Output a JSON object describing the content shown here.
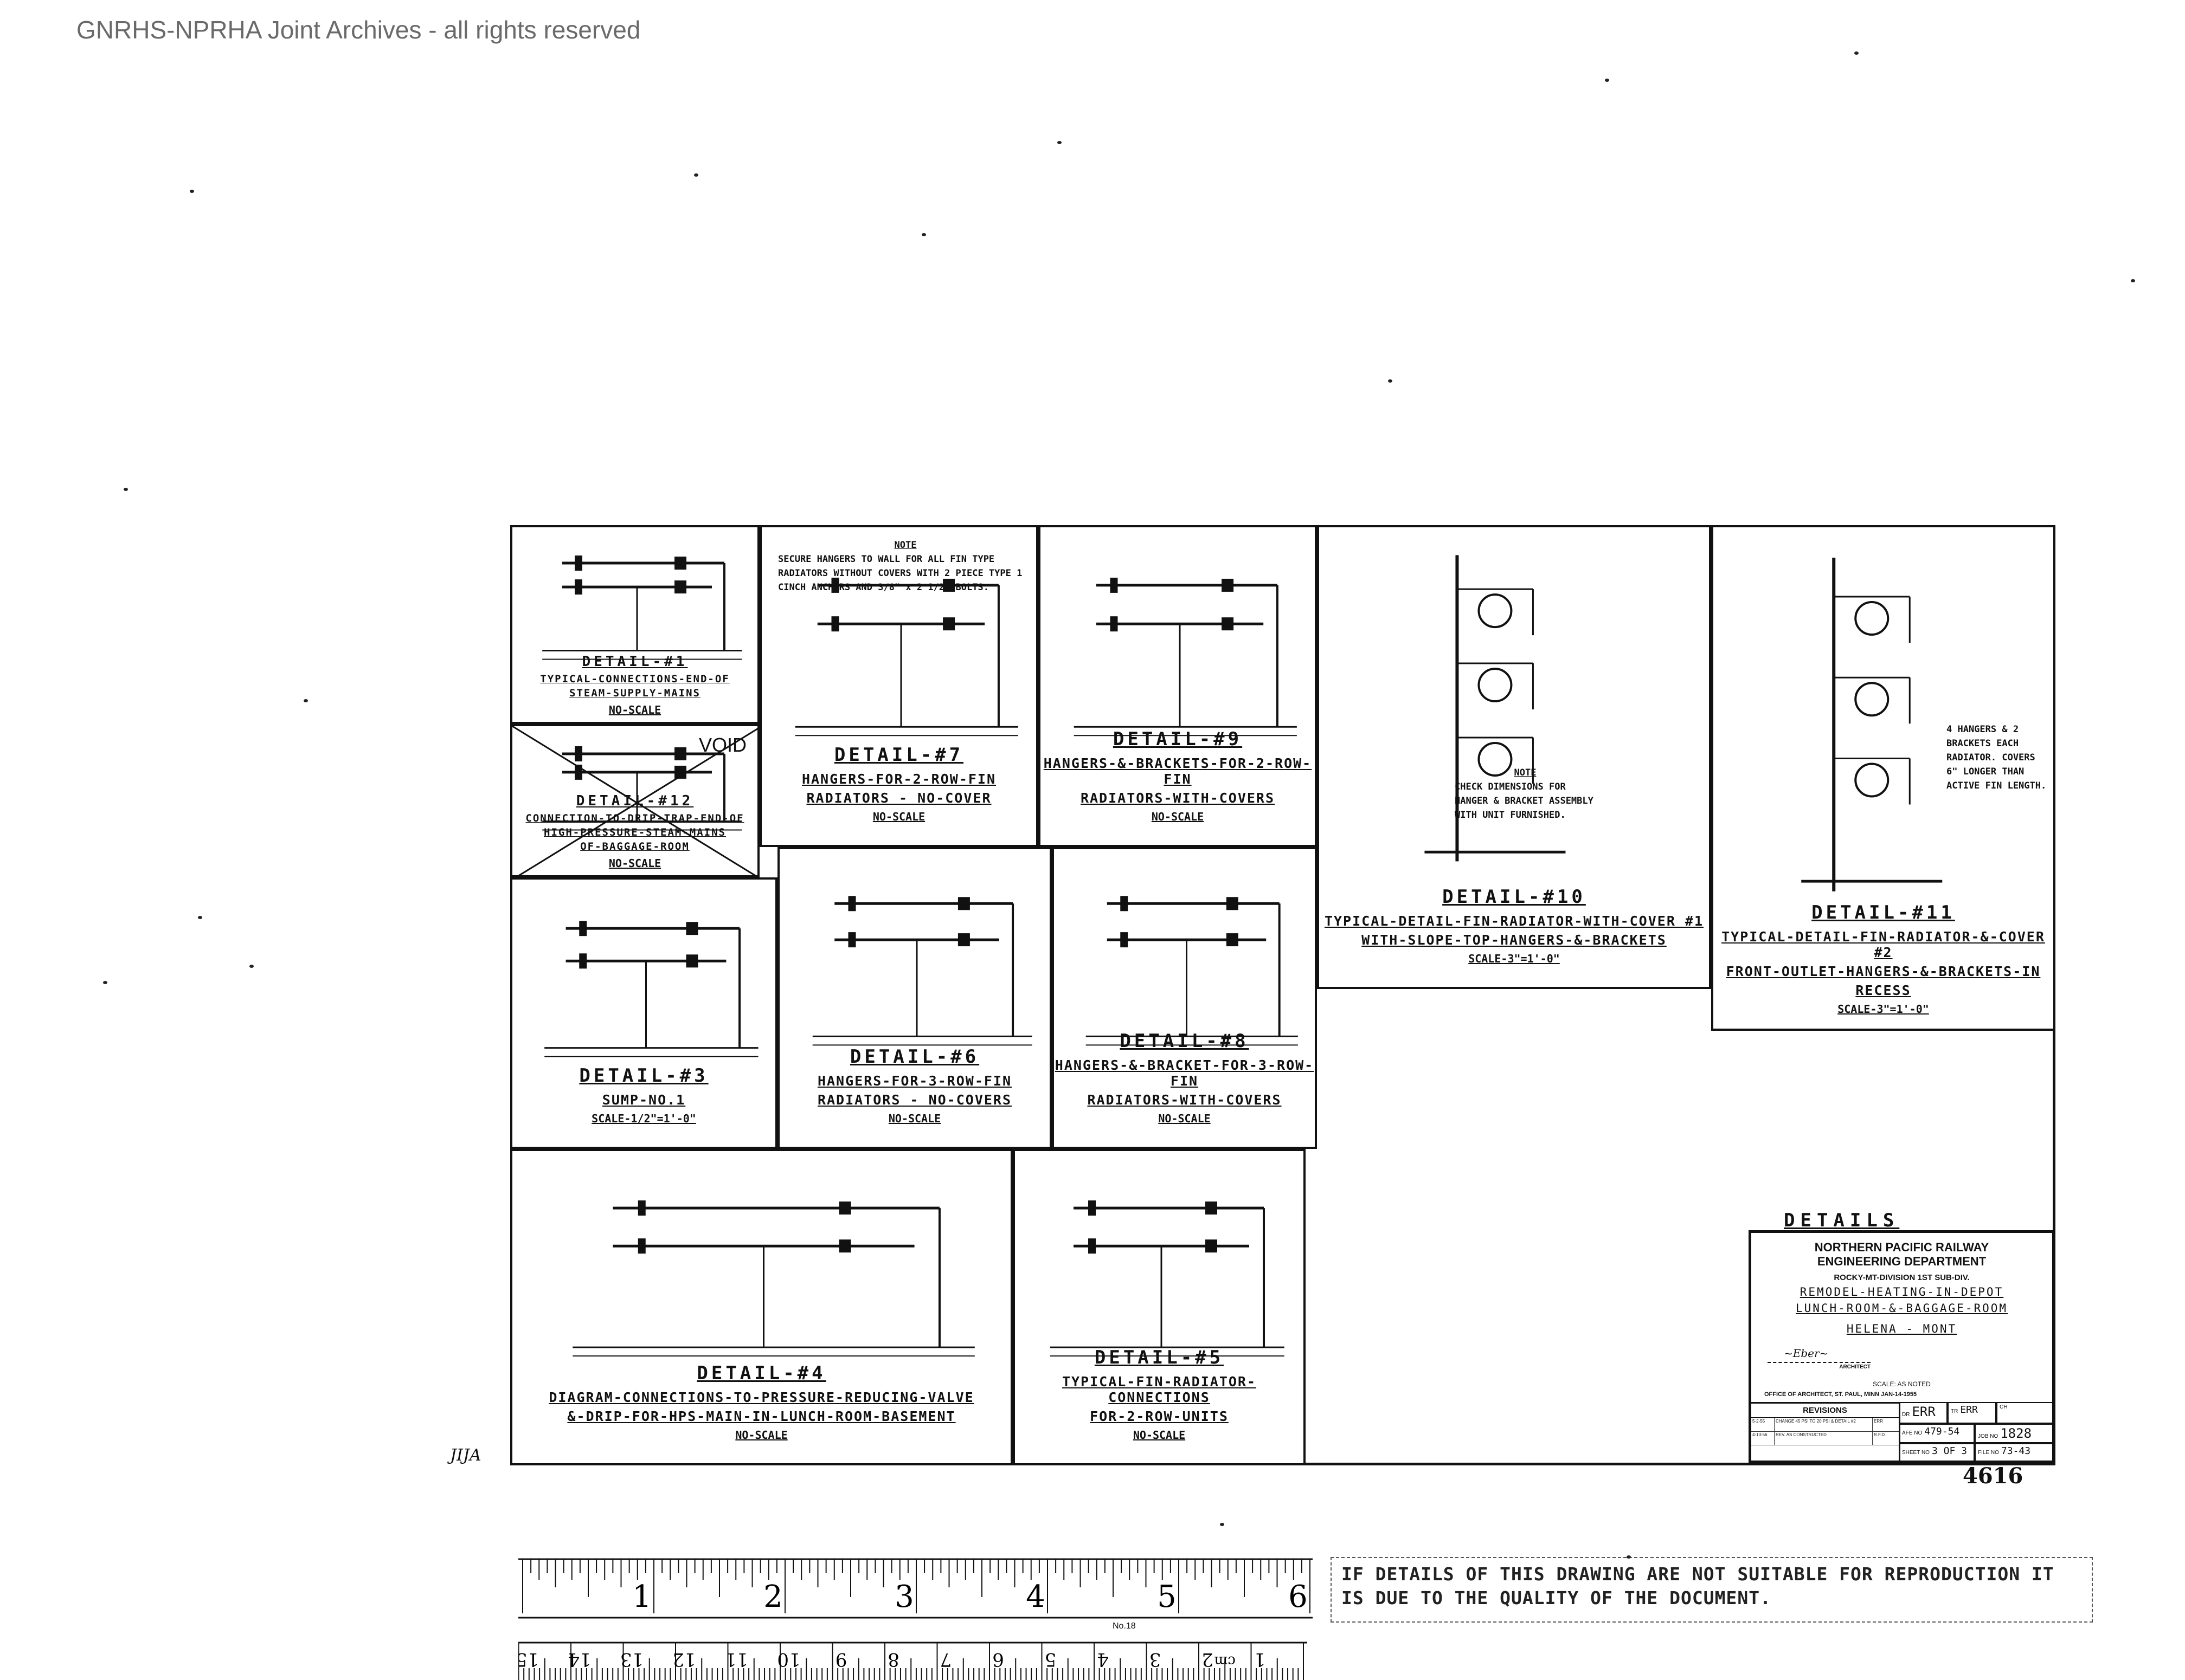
{
  "watermark": "GNRHS-NPRHA Joint Archives - all rights reserved",
  "panels": [
    {
      "id": "d1",
      "detail": "DETAIL-#1",
      "lines": [
        "TYPICAL-CONNECTIONS-END-OF",
        "STEAM-SUPPLY-MAINS"
      ],
      "scale": "NO-SCALE"
    },
    {
      "id": "d12",
      "detail": "DETAIL-#12",
      "lines": [
        "CONNECTION-TO-DRIP-TRAP-END-OF",
        "HIGH-PRESSURE-STEAM-MAINS",
        "OF-BAGGAGE-ROOM"
      ],
      "scale": "NO-SCALE",
      "void": "VOID"
    },
    {
      "id": "d7",
      "detail": "DETAIL-#7",
      "lines": [
        "HANGERS-FOR-2-ROW-FIN",
        "RADIATORS - NO-COVER"
      ],
      "scale": "NO-SCALE",
      "note": {
        "heading": "NOTE",
        "text": "SECURE HANGERS TO WALL FOR ALL FIN TYPE RADIATORS WITHOUT COVERS WITH 2 PIECE TYPE 1 CINCH ANCHORS AND 3/8\" x 2 1/2\" BOLTS."
      }
    },
    {
      "id": "d9",
      "detail": "DETAIL-#9",
      "lines": [
        "HANGERS-&-BRACKETS-FOR-2-ROW-FIN",
        "RADIATORS-WITH-COVERS"
      ],
      "scale": "NO-SCALE"
    },
    {
      "id": "d3",
      "detail": "DETAIL-#3",
      "lines": [
        "SUMP-NO.1"
      ],
      "scale": "SCALE-1/2\"=1'-0\""
    },
    {
      "id": "d6",
      "detail": "DETAIL-#6",
      "lines": [
        "HANGERS-FOR-3-ROW-FIN",
        "RADIATORS - NO-COVERS"
      ],
      "scale": "NO-SCALE"
    },
    {
      "id": "d8",
      "detail": "DETAIL-#8",
      "lines": [
        "HANGERS-&-BRACKET-FOR-3-ROW-FIN",
        "RADIATORS-WITH-COVERS"
      ],
      "scale": "NO-SCALE"
    },
    {
      "id": "d10",
      "detail": "DETAIL-#10",
      "lines": [
        "TYPICAL-DETAIL-FIN-RADIATOR-WITH-COVER #1",
        "WITH-SLOPE-TOP-HANGERS-&-BRACKETS"
      ],
      "scale": "SCALE-3\"=1'-0\"",
      "note": {
        "heading": "NOTE",
        "text": "CHECK DIMENSIONS FOR HANGER & BRACKET ASSEMBLY WITH UNIT FURNISHED."
      }
    },
    {
      "id": "d11",
      "detail": "DETAIL-#11",
      "lines": [
        "TYPICAL-DETAIL-FIN-RADIATOR-&-COVER #2",
        "FRONT-OUTLET-HANGERS-&-BRACKETS-IN",
        "RECESS"
      ],
      "scale": "SCALE-3\"=1'-0\"",
      "note": {
        "heading": "",
        "text": "4 HANGERS & 2 BRACKETS EACH RADIATOR. COVERS 6\" LONGER THAN ACTIVE FIN LENGTH."
      }
    },
    {
      "id": "d4",
      "detail": "DETAIL-#4",
      "lines": [
        "DIAGRAM-CONNECTIONS-TO-PRESSURE-REDUCING-VALVE",
        "&-DRIP-FOR-HPS-MAIN-IN-LUNCH-ROOM-BASEMENT"
      ],
      "scale": "NO-SCALE"
    },
    {
      "id": "d5",
      "detail": "DETAIL-#5",
      "lines": [
        "TYPICAL-FIN-RADIATOR-CONNECTIONS",
        "FOR-2-ROW-UNITS"
      ],
      "scale": "NO-SCALE"
    }
  ],
  "title_block": {
    "heading": "DETAILS",
    "company": "NORTHERN PACIFIC RAILWAY",
    "department": "ENGINEERING DEPARTMENT",
    "division": "ROCKY-MT-DIVISION    1ST SUB-DIV.",
    "project_line1": "REMODEL-HEATING-IN-DEPOT",
    "project_line2": "LUNCH-ROOM-&-BAGGAGE-ROOM",
    "location": "HELENA - MONT",
    "architect_label": "ARCHITECT",
    "scale": "SCALE: AS NOTED",
    "office": "OFFICE OF ARCHITECT, ST. PAUL, MINN  JAN-14-1955",
    "revisions_label": "REVISIONS",
    "revisions": [
      {
        "date": "5-2-55",
        "desc": "CHANGE 45 PSI TO 20 PSI & DETAIL #2",
        "by": "ERR"
      },
      {
        "date": "4-13-56",
        "desc": "REV. AS CONSTRUCTED",
        "by": "R.F.D."
      }
    ],
    "dr_label": "DR",
    "dr": "ERR",
    "tr_label": "TR",
    "tr": "ERR",
    "ch_label": "CH",
    "afe_label": "AFE NO",
    "afe": "479-54",
    "job_label": "JOB NO",
    "job": "1828",
    "sheet_label": "SHEET NO",
    "sheet": "3 OF 3",
    "file_label": "FILE NO",
    "file": "73-43"
  },
  "stamp_number": "4616",
  "margin_note": "JIJA",
  "ruler": {
    "inch_labels": [
      "1",
      "2",
      "3",
      "4",
      "5",
      "6"
    ],
    "cm_labels": [
      "1",
      "2",
      "3",
      "4",
      "5",
      "6",
      "7",
      "8",
      "9",
      "10",
      "11",
      "12",
      "13",
      "14",
      "15"
    ],
    "cm_unit": "cm",
    "maker_label": "No.18"
  },
  "disclaimer": "IF DETAILS OF THIS DRAWING ARE NOT SUITABLE FOR REPRODUCTION IT IS DUE TO THE QUALITY OF THE DOCUMENT."
}
